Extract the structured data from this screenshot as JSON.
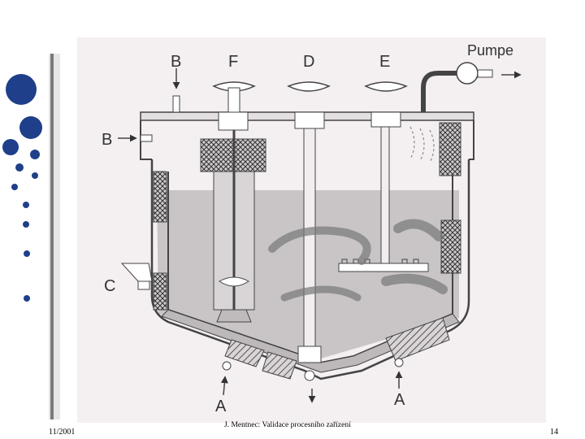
{
  "diagram": {
    "labels": {
      "b_top": "B",
      "f": "F",
      "d": "D",
      "e": "E",
      "pump": "Pumpe",
      "b_side": "B",
      "c": "C",
      "a_left": "A",
      "a_right": "A"
    }
  },
  "footer": {
    "date": "11/2001",
    "author_title": "J. Mentnec: Validace procesního zařízení",
    "page": "14"
  },
  "colors": {
    "dot_blue": "#1f3f8a",
    "paper": "#f4eff1",
    "line": "#444444"
  }
}
